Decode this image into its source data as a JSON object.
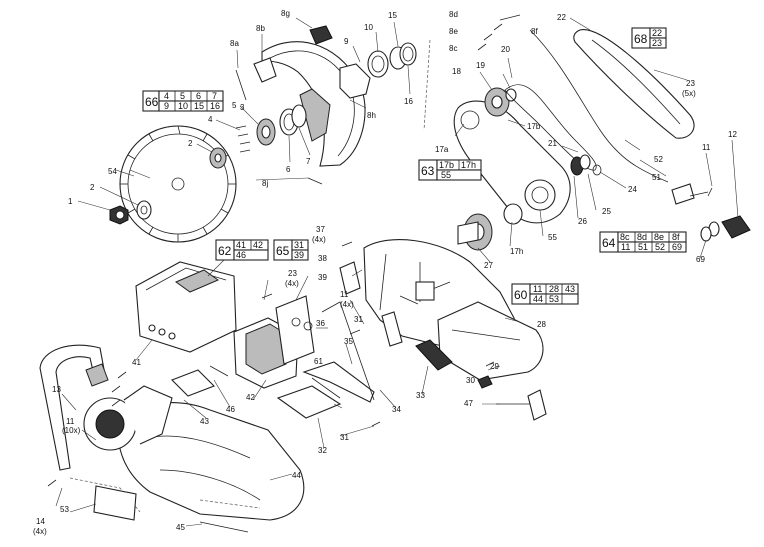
{
  "callouts": [
    {
      "id": "c1",
      "text": "1"
    },
    {
      "id": "c2a",
      "text": "2"
    },
    {
      "id": "c2b",
      "text": "2"
    },
    {
      "id": "c3",
      "text": "3"
    },
    {
      "id": "c4",
      "text": "4"
    },
    {
      "id": "c5",
      "text": "5"
    },
    {
      "id": "c6",
      "text": "6"
    },
    {
      "id": "c7",
      "text": "7"
    },
    {
      "id": "c8a",
      "text": "8a"
    },
    {
      "id": "c8b",
      "text": "8b"
    },
    {
      "id": "c8g",
      "text": "8g"
    },
    {
      "id": "c8h",
      "text": "8h"
    },
    {
      "id": "c8j",
      "text": "8j"
    },
    {
      "id": "c8c",
      "text": "8c"
    },
    {
      "id": "c8d",
      "text": "8d"
    },
    {
      "id": "c8e",
      "text": "8e"
    },
    {
      "id": "c8f",
      "text": "8f"
    },
    {
      "id": "c9",
      "text": "9"
    },
    {
      "id": "c10",
      "text": "10"
    },
    {
      "id": "c11a",
      "text": "11"
    },
    {
      "id": "c11b",
      "text": "11"
    },
    {
      "id": "c11b2",
      "text": "(4x)"
    },
    {
      "id": "c11c",
      "text": "11"
    },
    {
      "id": "c11c2",
      "text": "(10x)"
    },
    {
      "id": "c12",
      "text": "12"
    },
    {
      "id": "c13",
      "text": "13"
    },
    {
      "id": "c14",
      "text": "14"
    },
    {
      "id": "c14b",
      "text": "(4x)"
    },
    {
      "id": "c15",
      "text": "15"
    },
    {
      "id": "c16",
      "text": "16"
    },
    {
      "id": "c17a",
      "text": "17a"
    },
    {
      "id": "c17b",
      "text": "17b"
    },
    {
      "id": "c17h",
      "text": "17h"
    },
    {
      "id": "c18",
      "text": "18"
    },
    {
      "id": "c19",
      "text": "19"
    },
    {
      "id": "c20",
      "text": "20"
    },
    {
      "id": "c21",
      "text": "21"
    },
    {
      "id": "c22",
      "text": "22"
    },
    {
      "id": "c23a",
      "text": "23"
    },
    {
      "id": "c23a2",
      "text": "(5x)"
    },
    {
      "id": "c23b",
      "text": "23"
    },
    {
      "id": "c23b2",
      "text": "(4x)"
    },
    {
      "id": "c24",
      "text": "24"
    },
    {
      "id": "c25",
      "text": "25"
    },
    {
      "id": "c26",
      "text": "26"
    },
    {
      "id": "c27",
      "text": "27"
    },
    {
      "id": "c28",
      "text": "28"
    },
    {
      "id": "c29",
      "text": "29"
    },
    {
      "id": "c30",
      "text": "30"
    },
    {
      "id": "c31a",
      "text": "31"
    },
    {
      "id": "c31b",
      "text": "31"
    },
    {
      "id": "c32",
      "text": "32"
    },
    {
      "id": "c33",
      "text": "33"
    },
    {
      "id": "c34",
      "text": "34"
    },
    {
      "id": "c35",
      "text": "35"
    },
    {
      "id": "c36",
      "text": "36"
    },
    {
      "id": "c37",
      "text": "37"
    },
    {
      "id": "c37b",
      "text": "(4x)"
    },
    {
      "id": "c38",
      "text": "38"
    },
    {
      "id": "c39",
      "text": "39"
    },
    {
      "id": "c41",
      "text": "41"
    },
    {
      "id": "c42",
      "text": "42"
    },
    {
      "id": "c43",
      "text": "43"
    },
    {
      "id": "c44",
      "text": "44"
    },
    {
      "id": "c45",
      "text": "45"
    },
    {
      "id": "c46",
      "text": "46"
    },
    {
      "id": "c47",
      "text": "47"
    },
    {
      "id": "c51",
      "text": "51"
    },
    {
      "id": "c52",
      "text": "52"
    },
    {
      "id": "c53",
      "text": "53"
    },
    {
      "id": "c54",
      "text": "54"
    },
    {
      "id": "c55",
      "text": "55"
    },
    {
      "id": "c61",
      "text": "61"
    },
    {
      "id": "c69",
      "text": "69"
    }
  ],
  "kit_boxes": [
    {
      "id": "k66",
      "main": "66",
      "cells": [
        [
          "4",
          "5",
          "6",
          "7"
        ],
        [
          "9",
          "10",
          "15",
          "16"
        ]
      ]
    },
    {
      "id": "k68",
      "main": "68",
      "cells": [
        [
          "22"
        ],
        [
          "23"
        ]
      ]
    },
    {
      "id": "k63",
      "main": "63",
      "cells": [
        [
          "17b",
          "17h"
        ],
        [
          "55",
          ""
        ]
      ]
    },
    {
      "id": "k64",
      "main": "64",
      "cells": [
        [
          "8c",
          "8d",
          "8e",
          "8f"
        ],
        [
          "11",
          "51",
          "52",
          "69"
        ]
      ]
    },
    {
      "id": "k62",
      "main": "62",
      "cells": [
        [
          "41",
          "42"
        ],
        [
          "46",
          ""
        ]
      ]
    },
    {
      "id": "k65",
      "main": "65",
      "cells": [
        [
          "31"
        ],
        [
          "39"
        ]
      ]
    },
    {
      "id": "k60",
      "main": "60",
      "cells": [
        [
          "11",
          "28",
          "43"
        ],
        [
          "44",
          "53",
          ""
        ]
      ]
    }
  ],
  "style": {
    "ink": "#111111",
    "paper": "#ffffff",
    "shade": "#bbbbbb"
  }
}
